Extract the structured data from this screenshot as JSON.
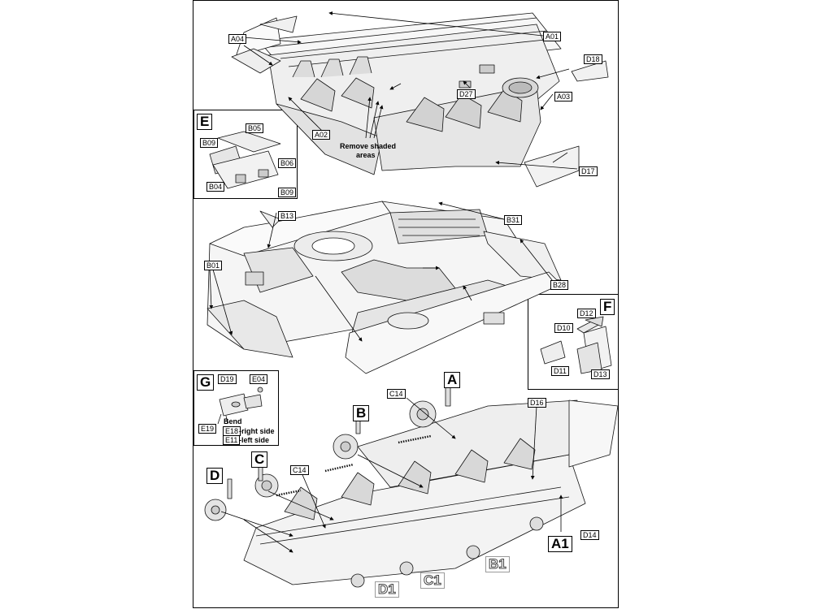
{
  "labels": {
    "A04": "A04",
    "A01": "A01",
    "D18": "D18",
    "D27": "D27",
    "A03": "A03",
    "A02": "A02",
    "D17": "D17",
    "B05": "B05",
    "B09a": "B09",
    "B06": "B06",
    "B04": "B04",
    "B09b": "B09",
    "B13": "B13",
    "B31": "B31",
    "B01": "B01",
    "B28": "B28",
    "D12": "D12",
    "D10": "D10",
    "D11": "D11",
    "D13": "D13",
    "D19": "D19",
    "E04": "E04",
    "E19": "E19",
    "E18": "E18",
    "E11": "E11",
    "C14a": "C14",
    "C14b": "C14",
    "D16": "D16",
    "D14": "D14"
  },
  "callouts": {
    "A": "A",
    "B": "B",
    "C": "C",
    "D": "D",
    "E": "E",
    "F": "F",
    "G": "G",
    "A1": "A1",
    "B1": "B1",
    "C1": "C1",
    "D1": "D1"
  },
  "notes": {
    "remove_shaded": "Remove shaded",
    "areas": "areas",
    "bend": "Bend",
    "right_side": "-right side",
    "left_side": "-left side"
  }
}
